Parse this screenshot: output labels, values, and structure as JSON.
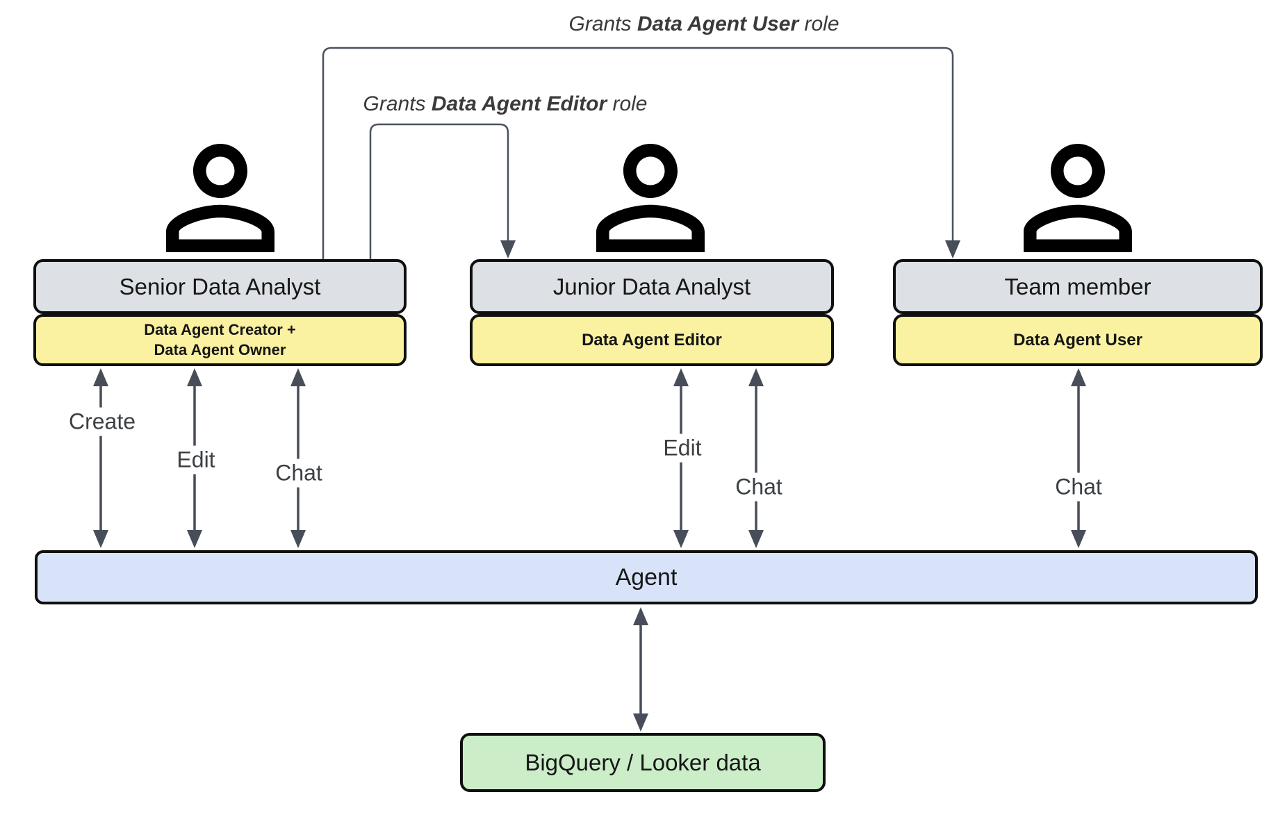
{
  "grants": [
    {
      "prefix": "Grants ",
      "role": "Data Agent User",
      "suffix": " role"
    },
    {
      "prefix": "Grants ",
      "role": "Data Agent Editor",
      "suffix": " role"
    }
  ],
  "personas": [
    {
      "name": "Senior Data Analyst",
      "role_line1": "Data Agent Creator +",
      "role_line2": "Data Agent Owner",
      "actions": [
        "Create",
        "Edit",
        "Chat"
      ]
    },
    {
      "name": "Junior Data Analyst",
      "role_line1": "Data Agent Editor",
      "actions": [
        "Edit",
        "Chat"
      ]
    },
    {
      "name": "Team member",
      "role_line1": "Data Agent User",
      "actions": [
        "Chat"
      ]
    }
  ],
  "agent": {
    "label": "Agent"
  },
  "data_source": {
    "label": "BigQuery / Looker data"
  },
  "icons": [
    "person-icon",
    "person-icon",
    "person-icon"
  ],
  "colors": {
    "persona_fill": "#dde0e4",
    "role_fill": "#faf2a1",
    "agent_fill": "#d8e3f9",
    "data_fill": "#cbeec9",
    "arrow": "#474d59",
    "connector": "#4a5160",
    "border": "#0f0f0f",
    "annotation_text": "#3a3a3a",
    "label_text": "#3c4043"
  }
}
